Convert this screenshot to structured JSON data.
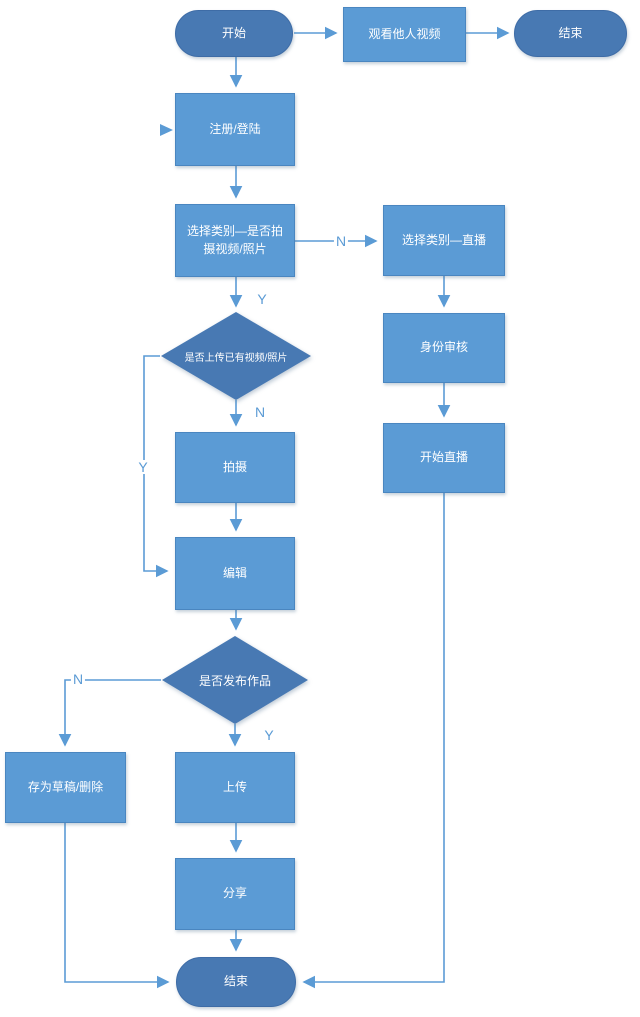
{
  "diagram": {
    "type": "flowchart",
    "language": "zh-CN",
    "colors": {
      "process_fill": "#5b9bd5",
      "terminal_fill": "#4879b3",
      "decision_fill": "#4879b3",
      "connector": "#5b9bd5",
      "edge_label_text": "#5b9bd5",
      "node_text": "#ffffff",
      "background": "#ffffff"
    },
    "nodes": {
      "start": {
        "label": "开始",
        "shape": "terminal"
      },
      "watch_videos": {
        "label": "观看他人视频",
        "shape": "process"
      },
      "end_top": {
        "label": "结束",
        "shape": "terminal"
      },
      "register_login": {
        "label": "注册/登陆",
        "shape": "process"
      },
      "choose_category_shoot": {
        "label": "选择类别—是否拍摄视频/照片",
        "shape": "process"
      },
      "choose_category_live": {
        "label": "选择类别—直播",
        "shape": "process"
      },
      "identity_review": {
        "label": "身份审核",
        "shape": "process"
      },
      "start_live": {
        "label": "开始直播",
        "shape": "process"
      },
      "upload_existing_decision": {
        "label": "是否上传已有视频/照片",
        "shape": "decision"
      },
      "shoot": {
        "label": "拍摄",
        "shape": "process"
      },
      "edit": {
        "label": "编辑",
        "shape": "process"
      },
      "publish_decision": {
        "label": "是否发布作品",
        "shape": "decision"
      },
      "save_draft_delete": {
        "label": "存为草稿/删除",
        "shape": "process"
      },
      "upload": {
        "label": "上传",
        "shape": "process"
      },
      "share": {
        "label": "分享",
        "shape": "process"
      },
      "end_bottom": {
        "label": "结束",
        "shape": "terminal"
      }
    },
    "edge_labels": {
      "choose_shoot_no": "N",
      "choose_shoot_yes": "Y",
      "upload_existing_no": "N",
      "upload_existing_yes": "Y",
      "publish_no": "N",
      "publish_yes": "Y"
    }
  }
}
